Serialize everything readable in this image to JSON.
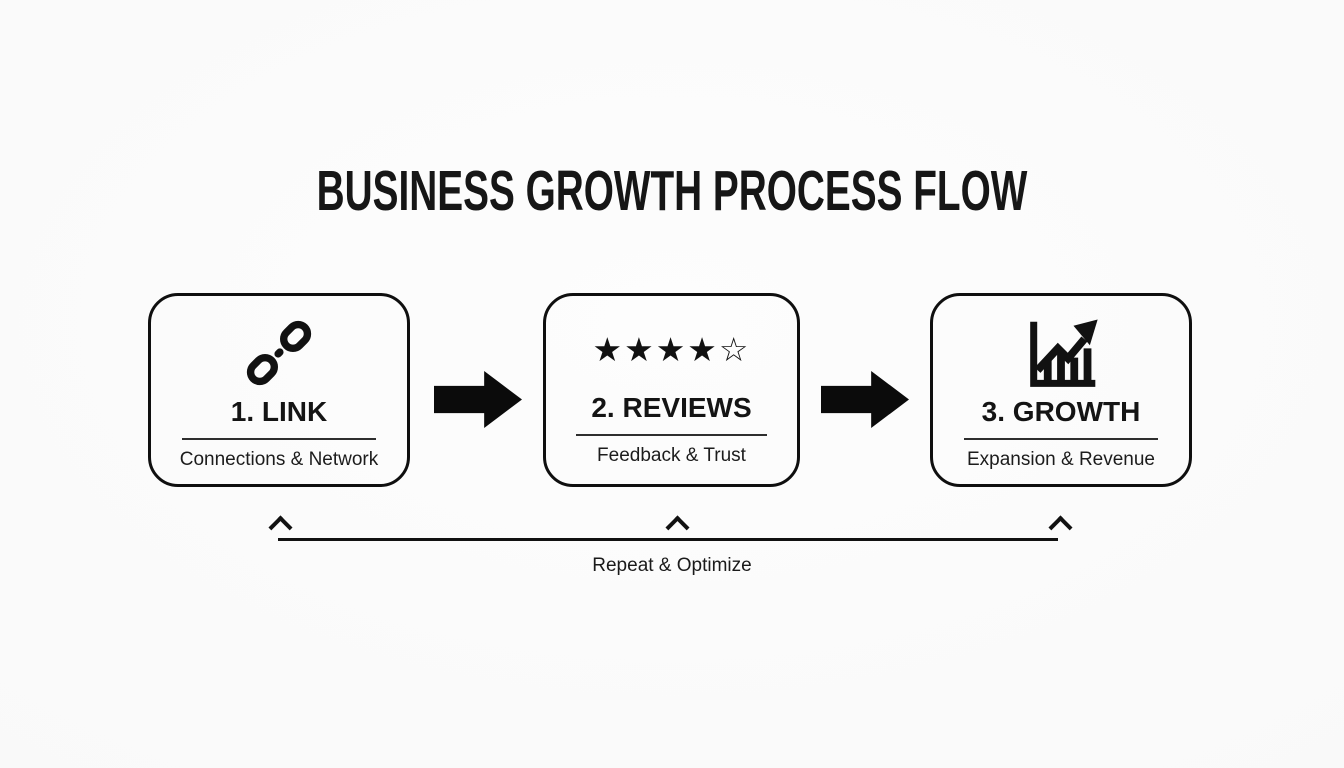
{
  "title": "BUSINESS GROWTH PROCESS FLOW",
  "steps": [
    {
      "icon": "chain-link-icon",
      "label": "1. LINK",
      "sublabel": "Connections & Network"
    },
    {
      "icon": "star-rating-icon",
      "stars": "★★★★☆",
      "stars_filled": 4,
      "stars_outline": 1,
      "label": "2. REVIEWS",
      "sublabel": "Feedback & Trust"
    },
    {
      "icon": "growth-chart-icon",
      "label": "3. GROWTH",
      "sublabel": "Expansion & Revenue"
    }
  ],
  "loop": {
    "label": "Repeat & Optimize"
  },
  "colors": {
    "ink": "#111111",
    "background": "#fafafa",
    "divider": "#2e2e2e"
  }
}
